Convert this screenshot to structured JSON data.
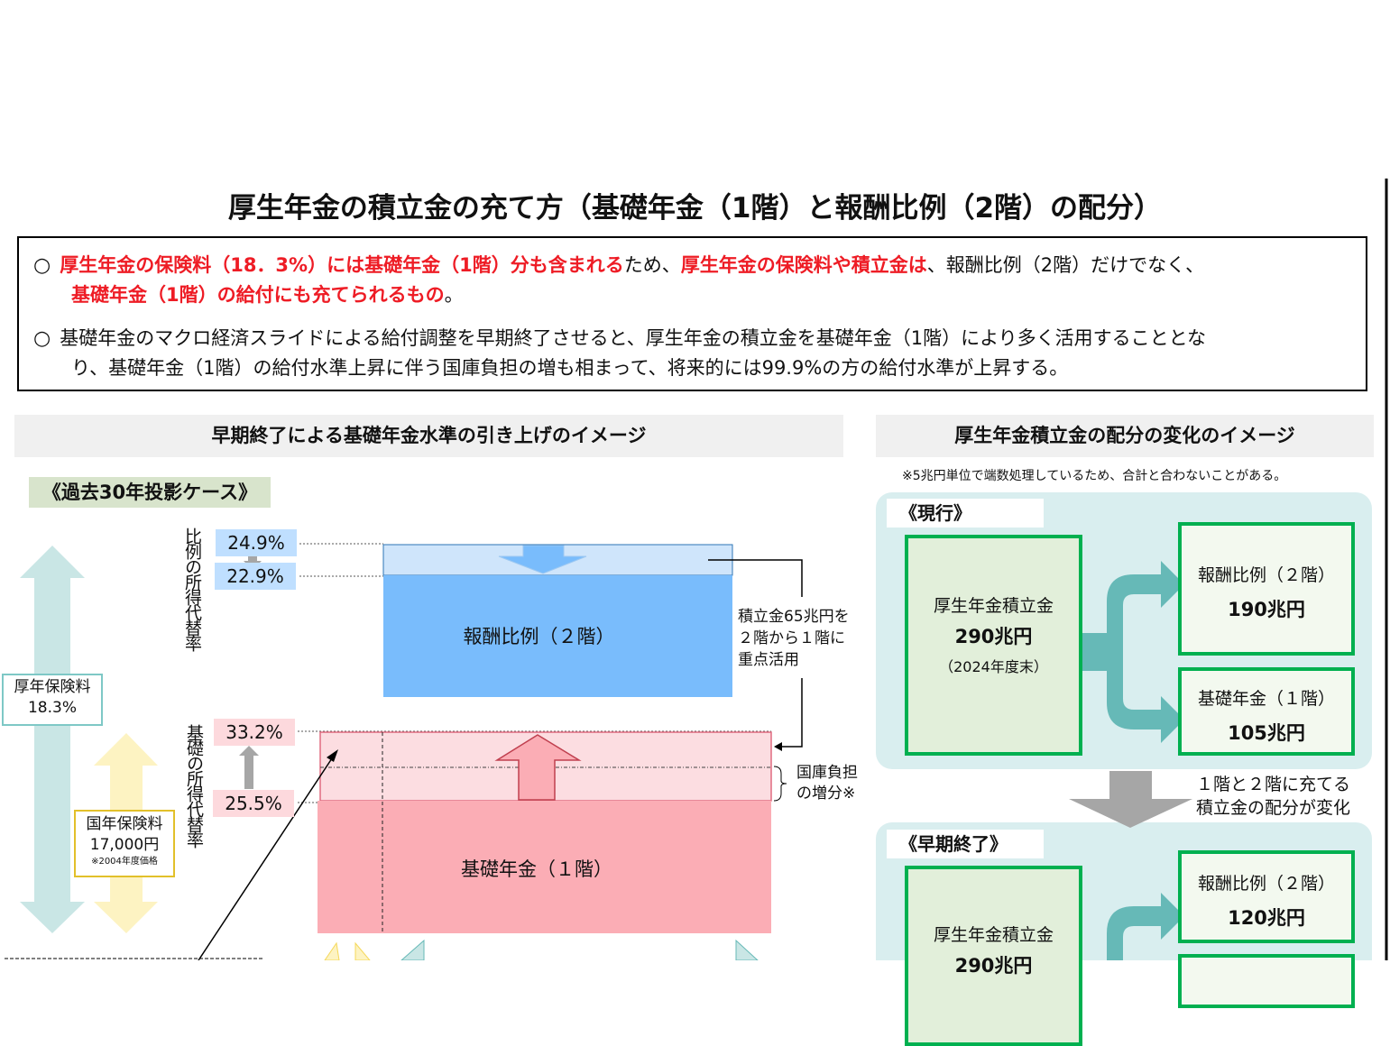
{
  "title": "厚生年金の積立金の充て方（基礎年金（1階）と報酬比例（2階）の配分）",
  "bullets": [
    {
      "mark": "○",
      "r1": "厚生年金の保険料（18．3%）には基礎年金（1階）分も含まれる",
      "t1": "ため、",
      "r2": "厚生年金の保険料や積立金は",
      "t2": "、報酬比例（2階）だけでなく、",
      "r3": "基礎年金（1階）の給付にも充てられるもの",
      "t3": "。"
    },
    {
      "mark": "○",
      "l1": "基礎年金のマクロ経済スライドによる給付調整を早期終了させると、厚生年金の積立金を基礎年金（1階）により多く活用することとな",
      "l2": "り、基礎年金（1階）の給付水準上昇に伴う国庫負担の増も相まって、将来的には99.9%の方の給付水準が上昇する。"
    }
  ],
  "left": {
    "header": "早期終了による基礎年金水準の引き上げのイメージ",
    "case": "《過去30年投影ケース》",
    "hirei_label": "比例の所得代替率",
    "kiso_label": "基礎の所得代替率",
    "hirei_before": "24.9%",
    "hirei_after": "22.9%",
    "kiso_after": "33.2%",
    "kiso_before": "25.5%",
    "kounen": "厚年保険料",
    "kounen_rate": "18.3%",
    "kokunen": "国年保険料",
    "kokunen_amount": "17,000円",
    "kokunen_note": "※2004年度価格",
    "tier2": "報酬比例（２階）",
    "tier1": "基礎年金（１階）",
    "transfer": [
      "積立金65兆円を",
      "２階から１階に",
      "重点活用"
    ],
    "kokko": [
      "国庫負担",
      "の増分※"
    ]
  },
  "right": {
    "header": "厚生年金積立金の配分の変化のイメージ",
    "note": "※5兆円単位で端数処理しているため、合計と合わないことがある。",
    "current": {
      "label": "《現行》",
      "fund": "厚生年金積立金",
      "total": "290兆円",
      "date": "（2024年度末）",
      "t2": "報酬比例（２階）",
      "t2v": "190兆円",
      "t1": "基礎年金（１階）",
      "t1v": "105兆円"
    },
    "change": [
      "１階と２階に充てる",
      "積立金の配分が変化"
    ],
    "early": {
      "label": "《早期終了》",
      "fund": "厚生年金積立金",
      "total": "290兆円",
      "t2": "報酬比例（２階）",
      "t2v": "120兆円"
    }
  },
  "colors": {
    "red": "#ee1c25",
    "green": "#00b050",
    "teal": "#66b9b7",
    "blue": "#79bcfc",
    "pink": "#fbadb5"
  }
}
